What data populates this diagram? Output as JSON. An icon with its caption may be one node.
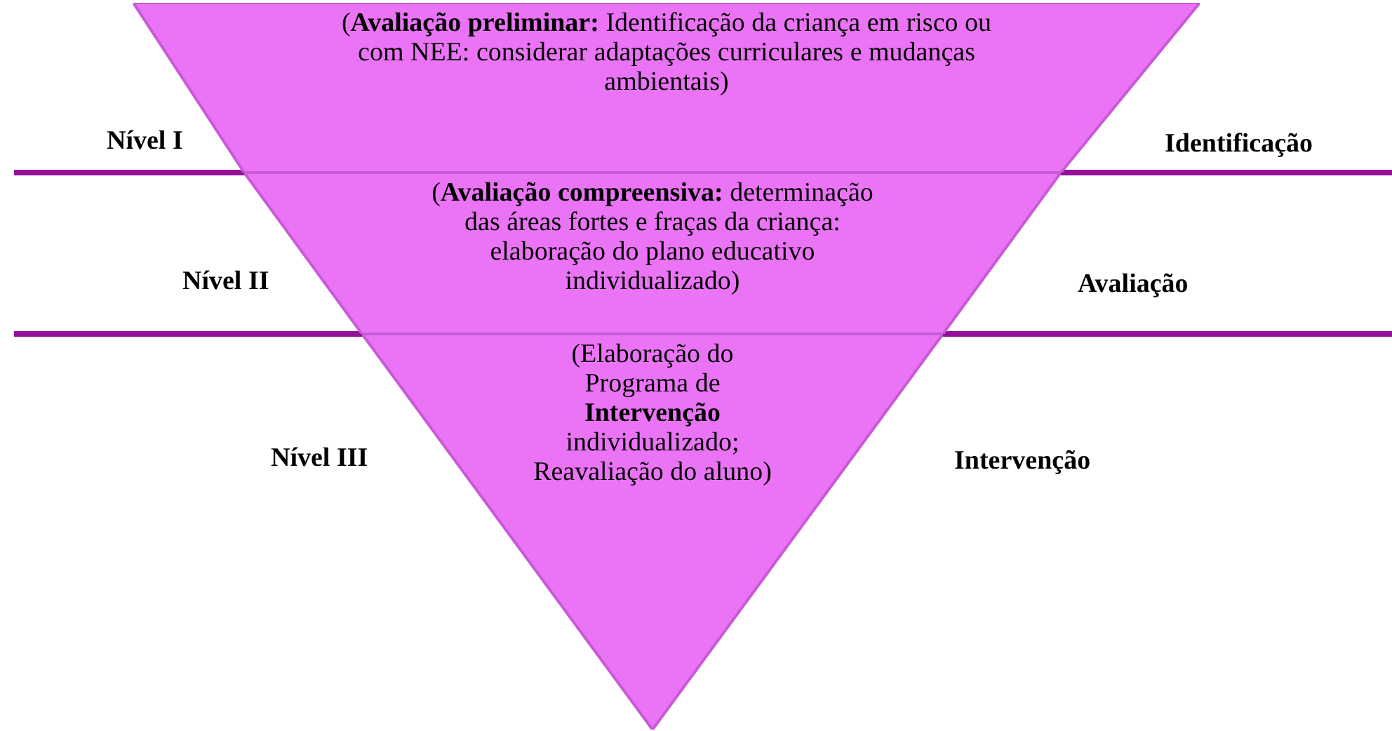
{
  "diagram": {
    "nodes": [
      {
        "text": [
          "(**Avaliação preliminar:** Identificação da criança em risco ou com NEE: considerar adaptações curriculares e mudanças ambientais)"
        ]
      },
      {
        "text": [
          "(**Avaliação compreensiva:** determinação das áreas fortes e fraças da criança: elaboração do plano educativo individualizado)"
        ]
      },
      {
        "text": [
          "(Elaboração do Programa de **Intervenção** individualizado; Reavaliação do aluno)"
        ]
      }
    ],
    "labels": [
      "Nível I",
      "Identificação",
      "Nível II",
      "Avaliação",
      "Nível III",
      "Intervenção"
    ]
  }
}
